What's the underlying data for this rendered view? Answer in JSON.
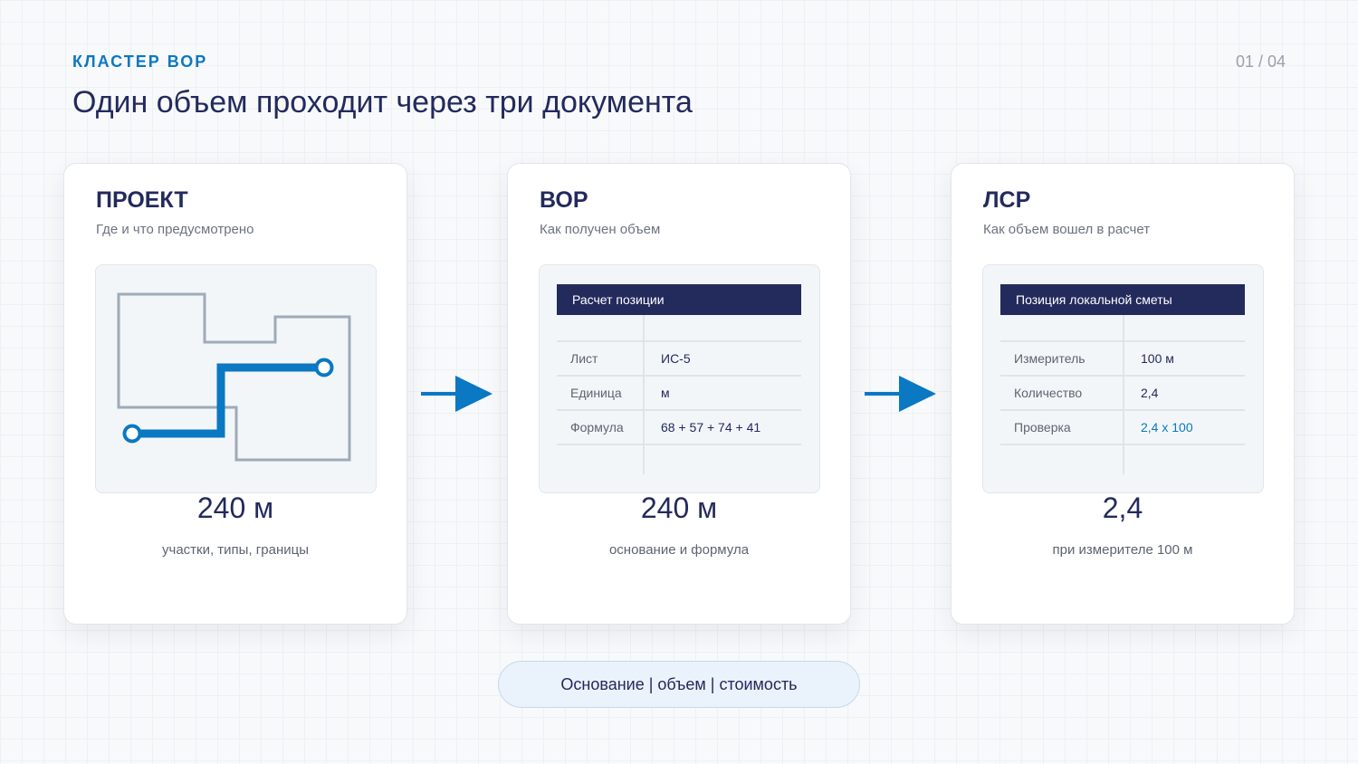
{
  "header": {
    "kicker": "КЛАСТЕР ВОР",
    "pager": "01 / 04",
    "title": "Один объем проходит через три документа"
  },
  "cards": [
    {
      "title": "ПРОЕКТ",
      "subtitle": "Где и что предусмотрено",
      "value": "240 м",
      "caption": "участки, типы, границы"
    },
    {
      "title": "ВОР",
      "subtitle": "Как получен объем",
      "table_title": "Расчет позиции",
      "rows": [
        {
          "key": "Лист",
          "value": "ИС-5"
        },
        {
          "key": "Единица",
          "value": "м"
        },
        {
          "key": "Формула",
          "value": "68 + 57 + 74 + 41"
        }
      ],
      "value": "240 м",
      "caption": "основание и формула"
    },
    {
      "title": "ЛСР",
      "subtitle": "Как объем вошел в расчет",
      "table_title": "Позиция локальной сметы",
      "rows": [
        {
          "key": "Измеритель",
          "value": "100 м"
        },
        {
          "key": "Количество",
          "value": "2,4"
        },
        {
          "key": "Проверка",
          "value": "2,4 x 100"
        }
      ],
      "value": "2,4",
      "caption": "при измерителе 100 м"
    }
  ],
  "footer": {
    "label": "Основание | объем | стоимость"
  },
  "colors": {
    "navy": "#232a5c",
    "accent": "#0a78c2",
    "outline": "#9eabb8"
  }
}
